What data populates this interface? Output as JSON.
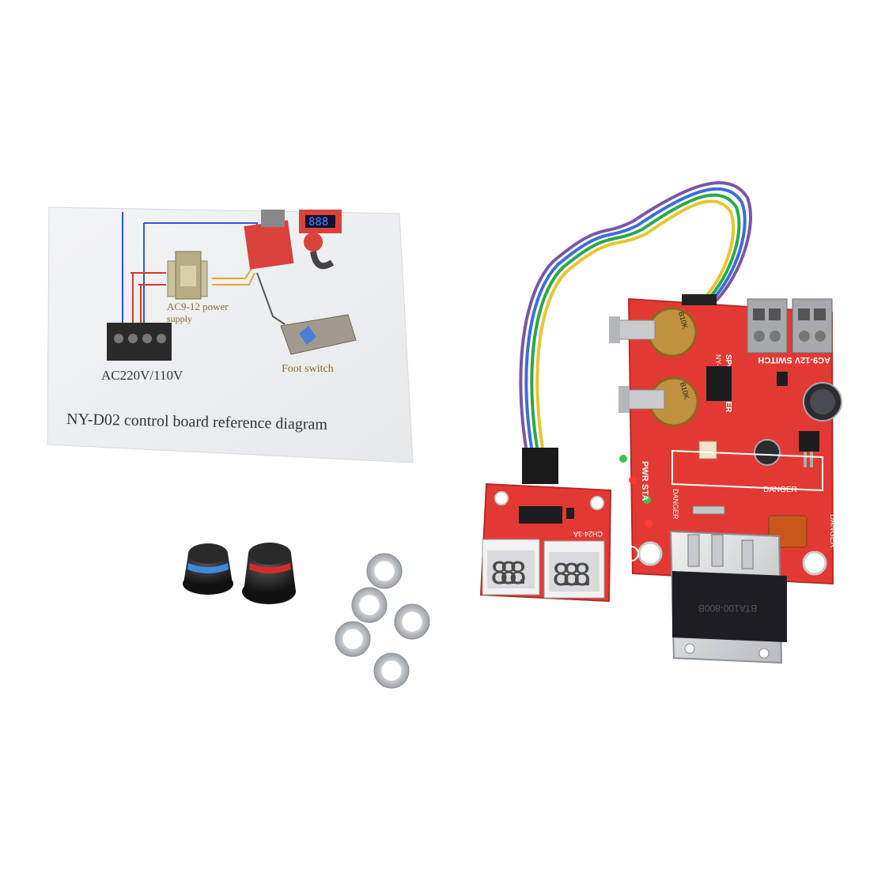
{
  "diagram_card": {
    "title": "NY-D02  control board reference diagram",
    "power_label": "AC9-12 power",
    "power_label_2": "supply",
    "mains_label": "AC220V/110V",
    "foot_label": "Foot switch"
  },
  "main_board": {
    "label_top": "SPOT WELDER",
    "label_model": "NY-D01 V4.1",
    "label_switch": "AC9-12V SWITCH",
    "label_pwr": "PWR",
    "label_sta": "STA",
    "label_danger_1": "DANGER",
    "label_danger_2": "DANGER",
    "label_danger_3": "DANGER",
    "pot_1": "B10K",
    "pot_2": "B10K",
    "mount_number": "2"
  },
  "display_board": {
    "label": "CH24-3A",
    "digits_left": "8.8.8.",
    "digits_right": "8.8.8."
  },
  "thyristor": {
    "label": "BTA100-800B"
  },
  "colors": {
    "pcb_red": "#e23a33",
    "card_bg": "#eef0f2",
    "wire_colors": [
      "#7b55a8",
      "#3b6fd6",
      "#2aa84a",
      "#e7c531"
    ]
  }
}
